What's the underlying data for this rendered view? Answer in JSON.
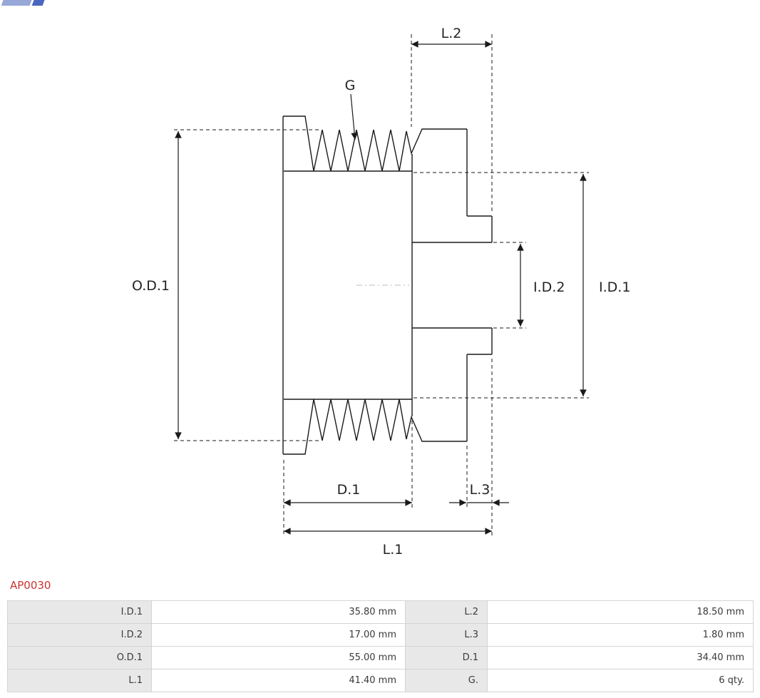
{
  "part_code": "AP0030",
  "accent_color": "#cc3333",
  "diagram": {
    "type": "pulley-cross-section",
    "labels": {
      "l2": "L.2",
      "g": "G",
      "od1": "O.D.1",
      "id2": "I.D.2",
      "id1": "I.D.1",
      "d1": "D.1",
      "l3": "L.3",
      "l1": "L.1"
    }
  },
  "spec_table": {
    "rows": [
      {
        "c1_label": "I.D.1",
        "c1_value": "35.80 mm",
        "c2_label": "L.2",
        "c2_value": "18.50 mm"
      },
      {
        "c1_label": "I.D.2",
        "c1_value": "17.00 mm",
        "c2_label": "L.3",
        "c2_value": "1.80 mm"
      },
      {
        "c1_label": "O.D.1",
        "c1_value": "55.00 mm",
        "c2_label": "D.1",
        "c2_value": "34.40 mm"
      },
      {
        "c1_label": "L.1",
        "c1_value": "41.40 mm",
        "c2_label": "G.",
        "c2_value": "6 qty."
      }
    ]
  }
}
